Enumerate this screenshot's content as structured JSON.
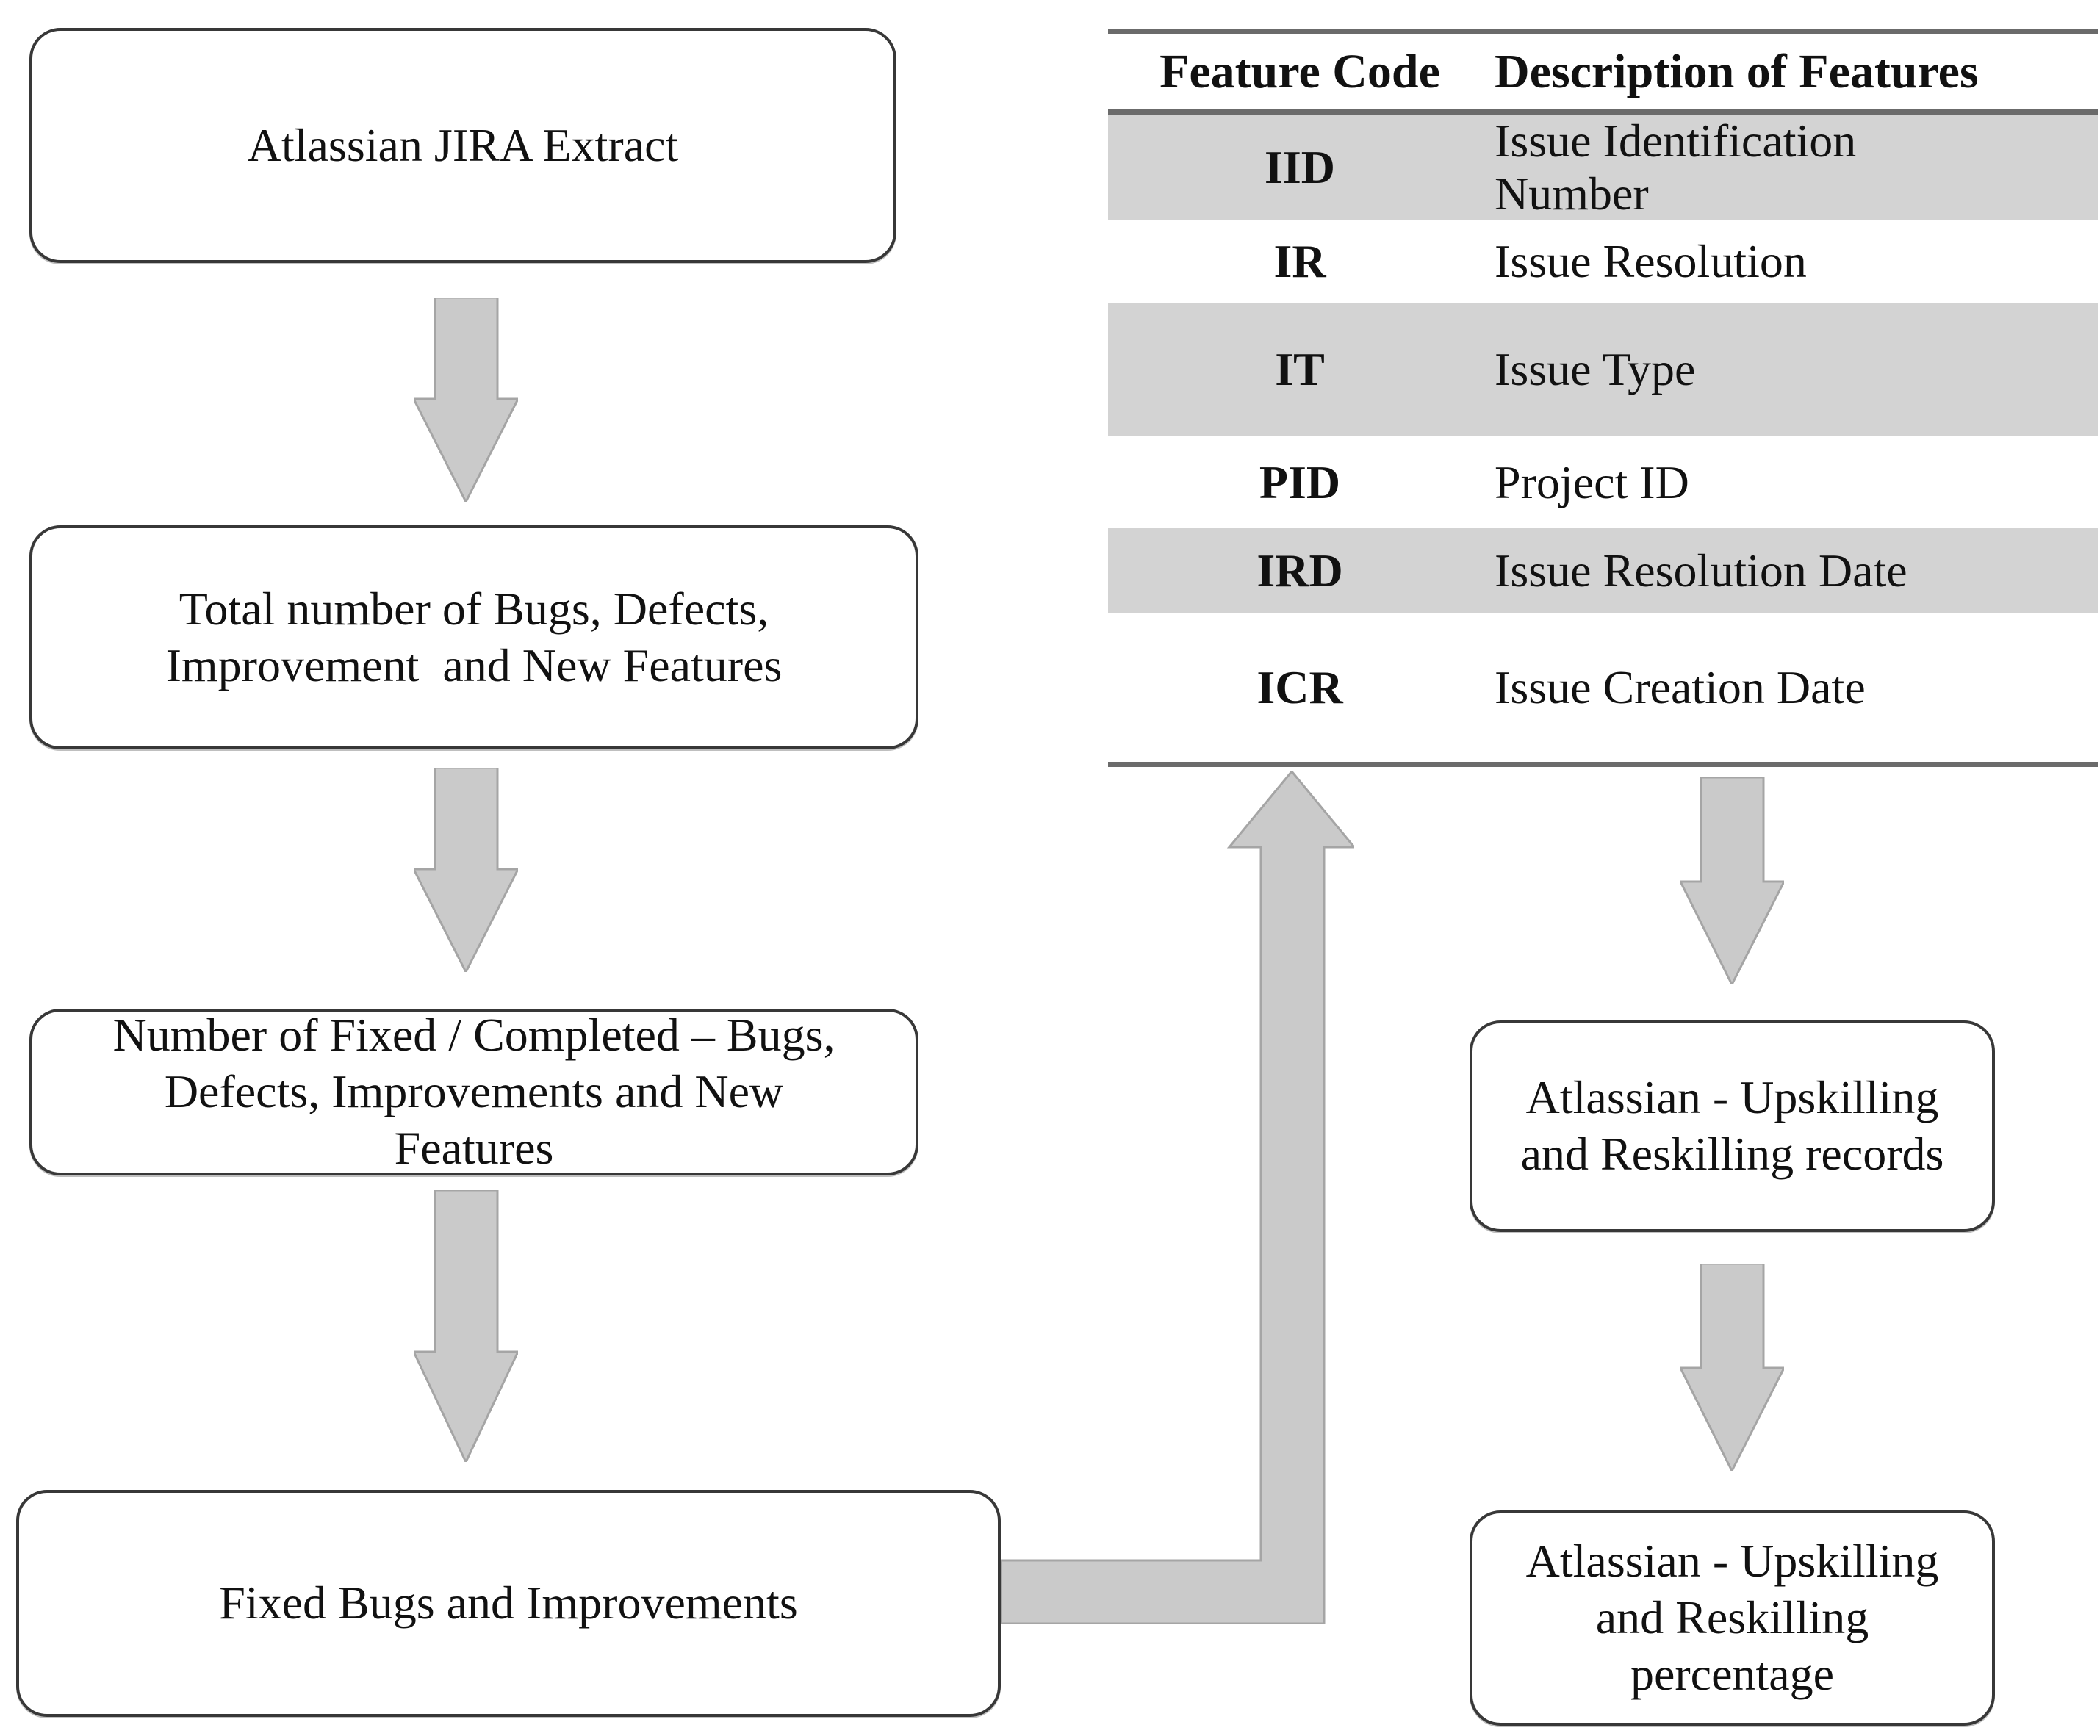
{
  "flow_left": {
    "jira_extract": {
      "label": "Atlassian JIRA Extract"
    },
    "total_number": {
      "label": "Total number of Bugs, Defects,\nImprovement  and New Features"
    },
    "number_fixed": {
      "label": "Number of Fixed / Completed – Bugs,\nDefects, Improvements and New\nFeatures"
    },
    "fixed_bugs": {
      "label": "Fixed Bugs and Improvements"
    }
  },
  "flow_right": {
    "upskilling_records": {
      "label": "Atlassian - Upskilling\nand Reskilling records"
    },
    "upskilling_percentage": {
      "label": "Atlassian - Upskilling\nand Reskilling\npercentage"
    }
  },
  "table": {
    "headers": [
      "Feature Code",
      "Description of Features"
    ],
    "rows": [
      {
        "code": "IID",
        "description": "Issue Identification\nNumber",
        "shaded": true
      },
      {
        "code": "IR",
        "description": "Issue Resolution",
        "shaded": false
      },
      {
        "code": "IT",
        "description": "Issue Type",
        "shaded": true
      },
      {
        "code": "PID",
        "description": "Project ID",
        "shaded": false
      },
      {
        "code": "IRD",
        "description": "Issue Resolution Date",
        "shaded": true
      },
      {
        "code": "ICR",
        "description": "Issue Creation Date",
        "shaded": false
      }
    ]
  },
  "icons": {
    "down_arrow": "flow-arrow-down-icon",
    "up_arrow": "flow-arrow-up-icon"
  },
  "colors": {
    "background": "#ffffff",
    "box_border": "#383838",
    "text": "#111111",
    "arrow_fill": "#cacaca",
    "arrow_stroke": "#a5a5a5",
    "table_row_shade": "#d3d3d3",
    "table_rule": "#6b6b6b"
  }
}
